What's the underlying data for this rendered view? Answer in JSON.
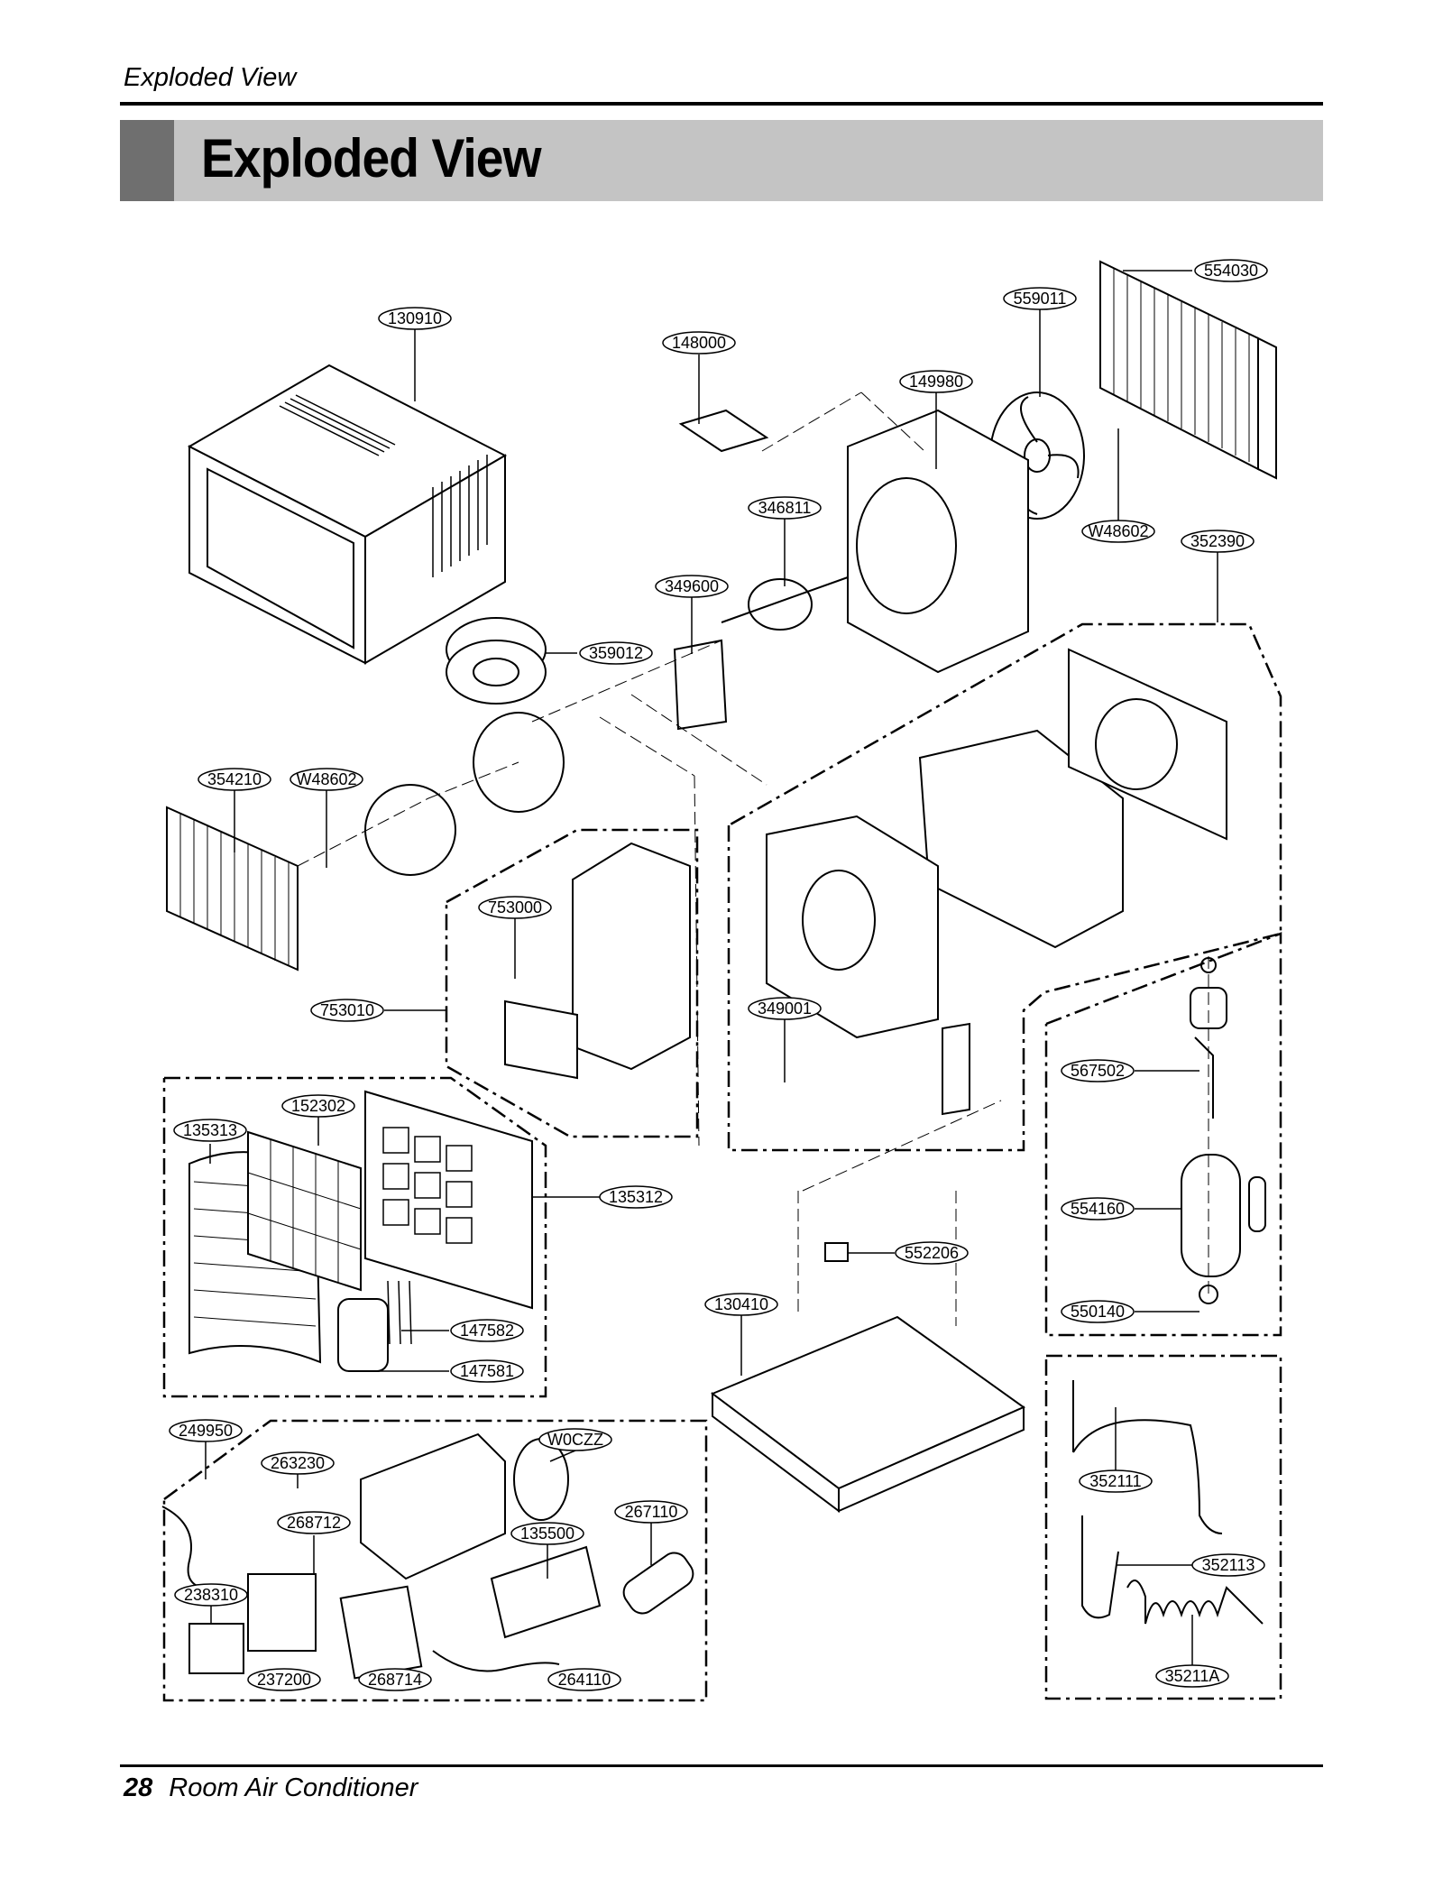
{
  "header": {
    "running_title": "Exploded View"
  },
  "title": "Exploded View",
  "footer": {
    "page_number": "28",
    "text": "Room Air Conditioner"
  },
  "parts": [
    "554030",
    "559011",
    "130910",
    "148000",
    "149980",
    "346811",
    "W48602",
    "352390",
    "349600",
    "359012",
    "354210",
    "W48602",
    "753000",
    "753010",
    "349001",
    "567502",
    "152302",
    "135313",
    "135312",
    "554160",
    "552206",
    "130410",
    "550140",
    "147582",
    "147581",
    "249950",
    "W0CZZ",
    "263230",
    "267110",
    "268712",
    "135500",
    "238310",
    "352111",
    "352113",
    "237200",
    "268714",
    "264110",
    "35211A"
  ]
}
